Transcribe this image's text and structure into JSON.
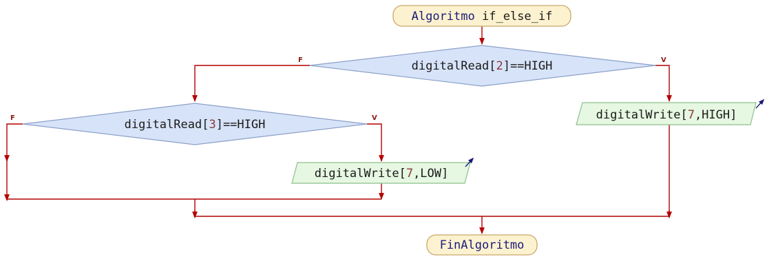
{
  "flowchart": {
    "start": {
      "keyword": "Algoritmo",
      "name": "if_else_if"
    },
    "end": {
      "keyword": "FinAlgoritmo"
    },
    "decisions": [
      {
        "id": "d1",
        "pre": "digitalRead[",
        "arg": "2",
        "post": "]==HIGH",
        "true_flag": "V",
        "false_flag": "F"
      },
      {
        "id": "d2",
        "pre": "digitalRead[",
        "arg": "3",
        "post": "]==HIGH",
        "true_flag": "V",
        "false_flag": "F"
      }
    ],
    "outputs": [
      {
        "id": "o1",
        "pre": "digitalWrite[",
        "arg": "7",
        "post": ",HIGH]"
      },
      {
        "id": "o2",
        "pre": "digitalWrite[",
        "arg": "7",
        "post": ",LOW]"
      }
    ]
  },
  "colors": {
    "terminal_fill": "#fdf2cf",
    "terminal_stroke": "#c8a96a",
    "decision_fill": "#d7e3f8",
    "decision_stroke": "#8aa0c8",
    "output_fill": "#e6f7e2",
    "output_stroke": "#8cc08a",
    "edge": "#b40000",
    "keyword_text": "#1a1a7a",
    "text": "#1a1a1a",
    "number_text": "#8b3a3a",
    "io_arrow": "#1a1a7a"
  }
}
